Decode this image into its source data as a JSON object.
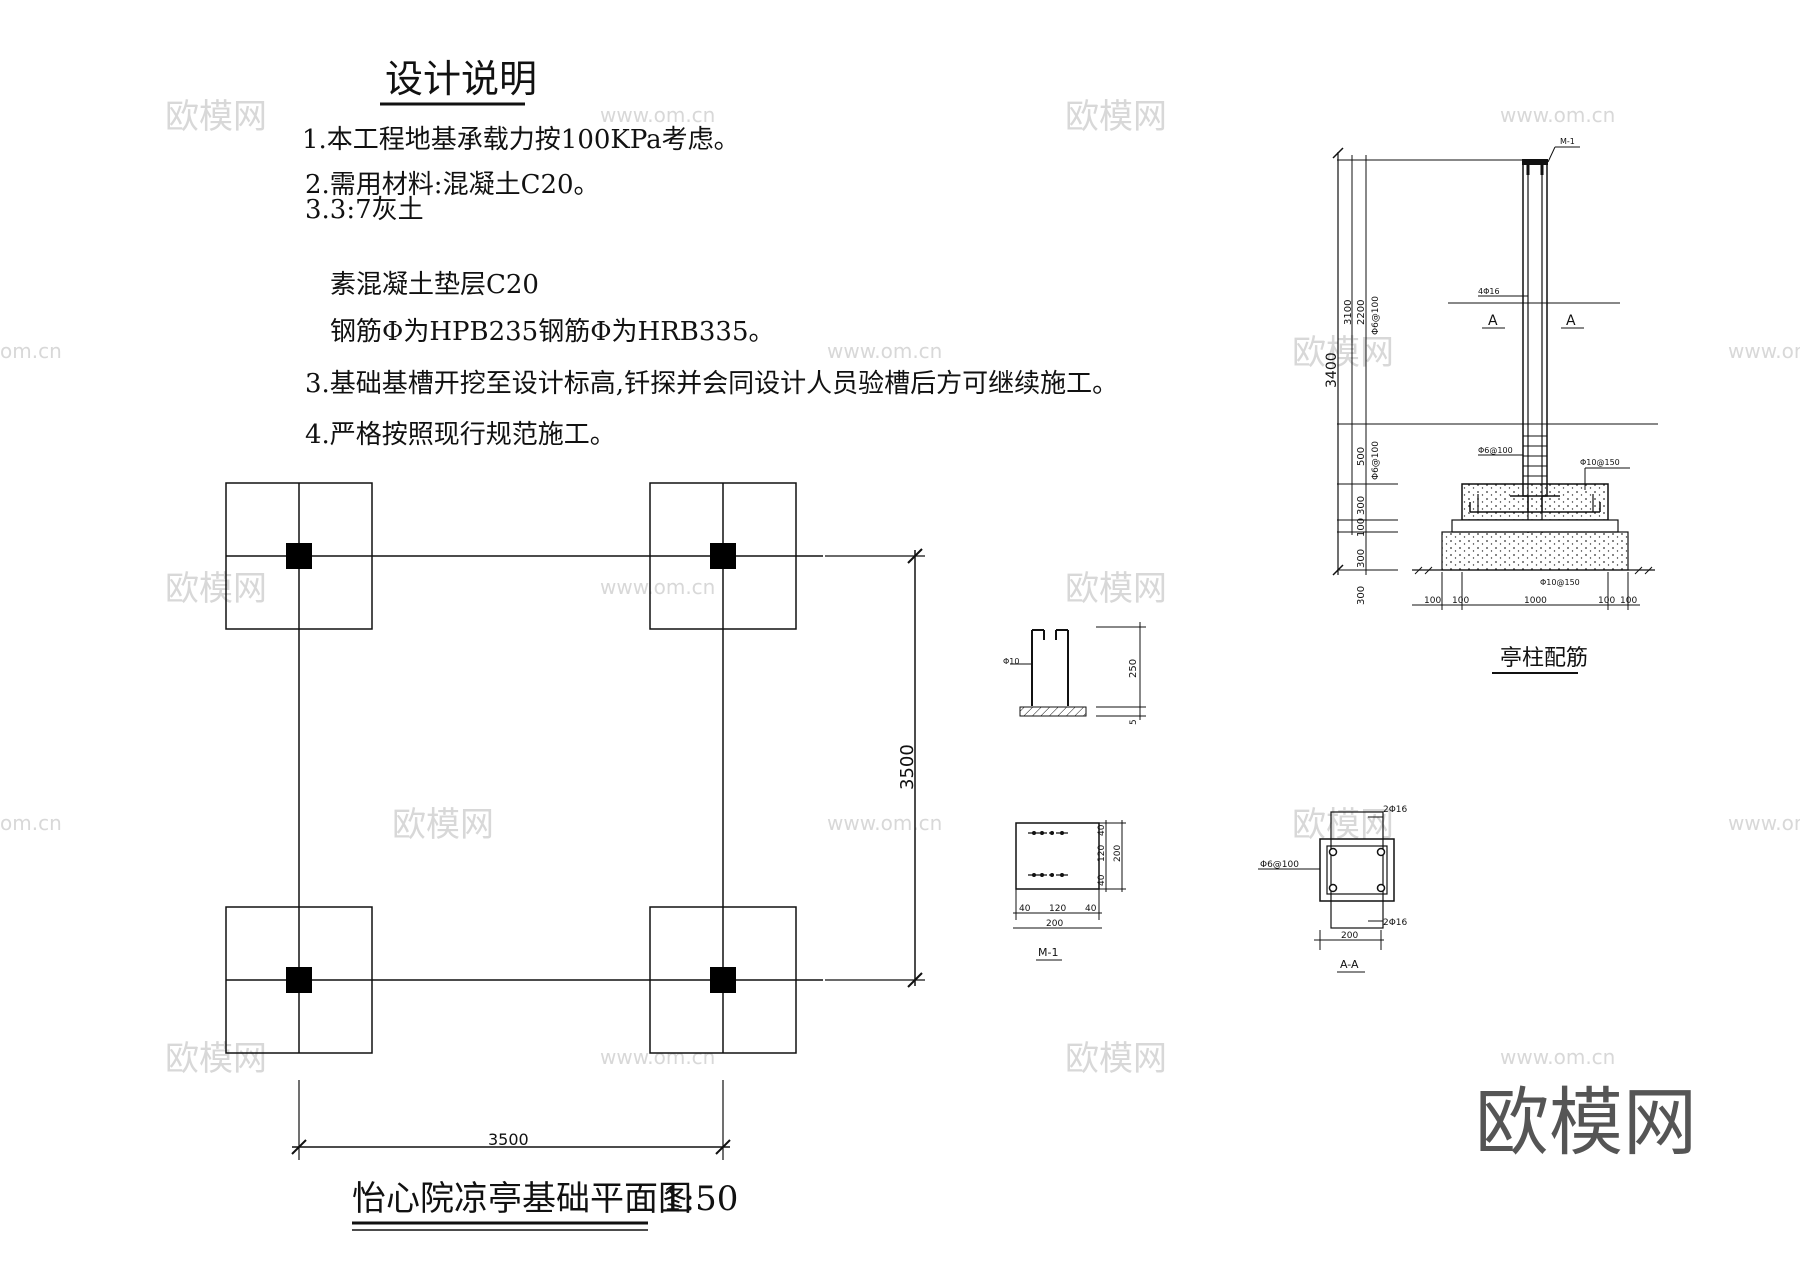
{
  "notes": {
    "title": "设计说明",
    "line1": "1.本工程地基承载力按100KPa考虑。",
    "line2": "2.需用材料:混凝土C20。",
    "line3": "3.3:7灰土",
    "line4": "素混凝土垫层C20",
    "line5": "钢筋Φ为HPB235钢筋Φ为HRB335。",
    "line6": "3.基础基槽开挖至设计标高,钎探并会同设计人员验槽后方可继续施工。",
    "line7": "4.严格按照现行规范施工。"
  },
  "plan": {
    "title": "怡心院凉亭基础平面图",
    "scale": "1:50",
    "dim_horizontal": "3500",
    "dim_vertical": "3500"
  },
  "column_detail": {
    "title": "亭柱配筋",
    "tag_m1": "M-1",
    "label_4phi16": "4Φ16",
    "label_phi6_100_top": "Φ6@100",
    "label_phi6_100_mid": "Φ6@100",
    "label_phi6_100_left": "Φ6@100",
    "label_phi10_150_right": "Φ10@150",
    "label_phi10_150_bottom": "Φ10@150",
    "section_mark_left": "A",
    "section_mark_right": "A",
    "dim_3400": "3400",
    "dim_3100": "3100",
    "dim_2200": "2200",
    "dim_500": "500",
    "dim_300a": "300",
    "dim_100": "100",
    "dim_300b": "300",
    "dim_300c": "300",
    "dim_b100a": "100",
    "dim_b100b": "100",
    "dim_b1000": "1000",
    "dim_b100c": "100",
    "dim_b100d": "100"
  },
  "anchor_detail": {
    "label_d10": "Φ10",
    "dim_250": "250",
    "dim_5": "5"
  },
  "m1_detail": {
    "title": "M-1",
    "dim_40a": "40",
    "dim_120a": "120",
    "dim_40b": "40",
    "dim_200a": "200",
    "dim_v40a": "40",
    "dim_v120": "120",
    "dim_v40b": "40",
    "dim_v200": "200"
  },
  "aa_section": {
    "title": "A-A",
    "label_top": "2Φ16",
    "label_bottom": "2Φ16",
    "label_stirrup": "Φ6@100",
    "dim_200": "200"
  },
  "watermarks": {
    "cn": "欧模网",
    "url": "www.om.cn",
    "partial": "om.cn",
    "logo": "欧模网"
  }
}
